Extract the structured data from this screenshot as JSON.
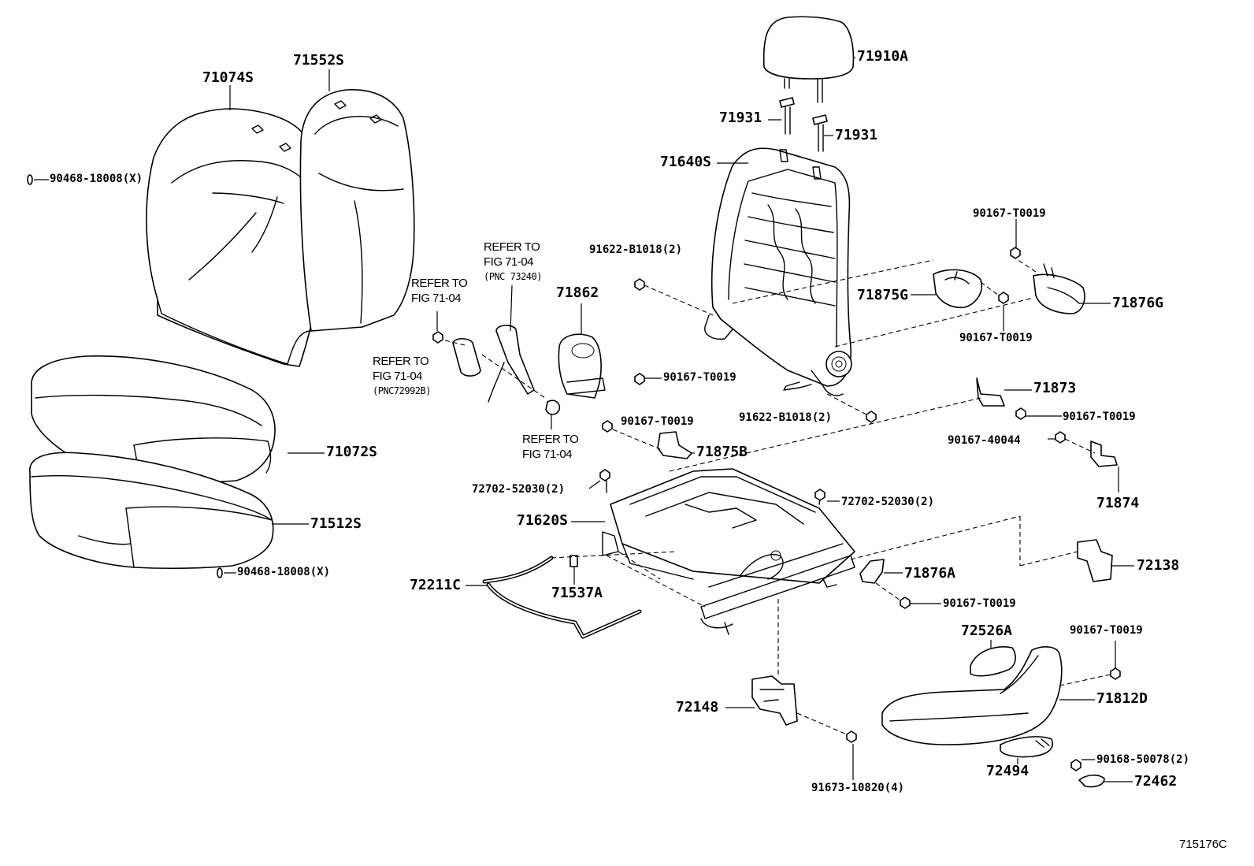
{
  "diagram_id": "715176C",
  "parts": {
    "p71074S": "71074S",
    "p71552S": "71552S",
    "p90468_top": "90468-18008(X)",
    "p90468_bottom": "90468-18008(X)",
    "p71072S": "71072S",
    "p71512S": "71512S",
    "p71910A": "71910A",
    "p71931_left": "71931",
    "p71931_right": "71931",
    "p71640S": "71640S",
    "p91622_top": "91622-B1018(2)",
    "p91622_bottom": "91622-B1018(2)",
    "p90167_t1": "90167-T0019",
    "p90167_t2": "90167-T0019",
    "p90167_t3": "90167-T0019",
    "p90167_t4": "90167-T0019",
    "p90167_t5": "90167-T0019",
    "p90167_t6": "90167-T0019",
    "p90167_t7": "90167-T0019",
    "p71875G": "71875G",
    "p71876G": "71876G",
    "p71862": "71862",
    "p71873": "71873",
    "p90167_40044": "90167-40044",
    "p71874": "71874",
    "p71875B": "71875B",
    "p72702_left": "72702-52030(2)",
    "p72702_right": "72702-52030(2)",
    "p71620S": "71620S",
    "p71876A": "71876A",
    "p72138": "72138",
    "p72211C": "72211C",
    "p71537A": "71537A",
    "p72526A": "72526A",
    "p71812D": "71812D",
    "p72148": "72148",
    "p72494": "72494",
    "p90168": "90168-50078(2)",
    "p72462": "72462",
    "p91673": "91673-10820(4)"
  },
  "references": {
    "ref1": {
      "line1": "REFER TO",
      "line2": "FIG 71-04",
      "line3": "(PNC 73240)"
    },
    "ref2": {
      "line1": "REFER TO",
      "line2": "FIG 71-04"
    },
    "ref3": {
      "line1": "REFER TO",
      "line2": "FIG 71-04",
      "line3": "(PNC72992B)"
    },
    "ref4": {
      "line1": "REFER TO",
      "line2": "FIG 71-04"
    }
  }
}
